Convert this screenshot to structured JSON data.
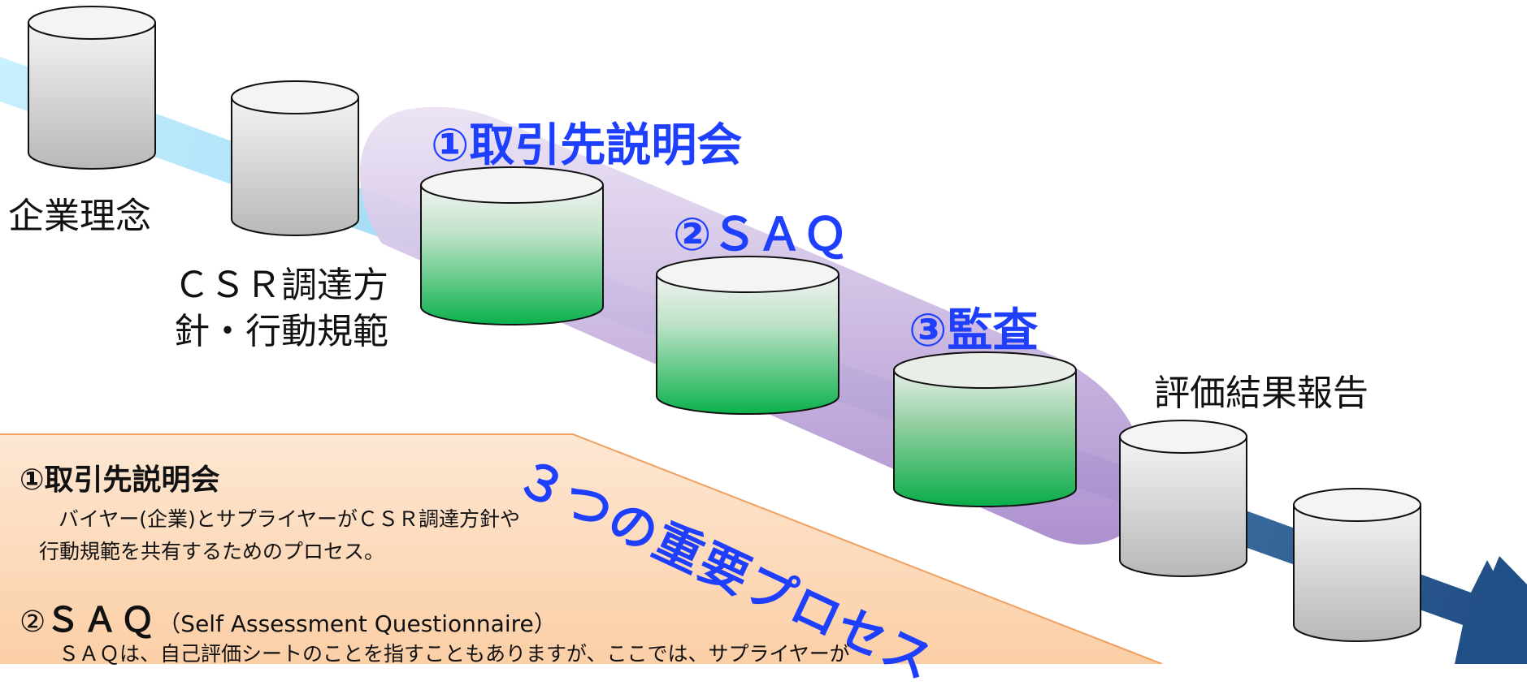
{
  "labels": {
    "corporate_philosophy": "企業理念",
    "csr_policy_line1": "ＣＳＲ調達方",
    "csr_policy_line2": "針・行動規範",
    "evaluation_report": "評価結果報告"
  },
  "processes": {
    "step1": "①取引先説明会",
    "step2": "②ＳＡＱ",
    "step3": "③監査"
  },
  "band_label": "３つの重要プロセス",
  "notes": {
    "item1": {
      "heading": "①取引先説明会",
      "body_line1": "バイヤー(企業)とサプライヤーがＣＳＲ調達方針や",
      "body_line2": "行動規範を共有するためのプロセス。"
    },
    "item2": {
      "heading_num": "②",
      "heading_main": "ＳＡＱ",
      "heading_sub": "（Self Assessment Questionnaire）",
      "body_line1": "ＳＡＱは、自己評価シートのことを指すこともありますが、ここでは、サプライヤーが"
    }
  },
  "colors": {
    "accent_blue": "#1f3fff",
    "band_purple": "#b8a2d6",
    "arrow_light": "#bfe9fb",
    "arrow_dark": "#1e4f86",
    "note_fill": "#fbd6b3",
    "note_border": "#f0a060",
    "cylinder_green": "#11b24f",
    "cylinder_gray": "#bdbdbd"
  }
}
